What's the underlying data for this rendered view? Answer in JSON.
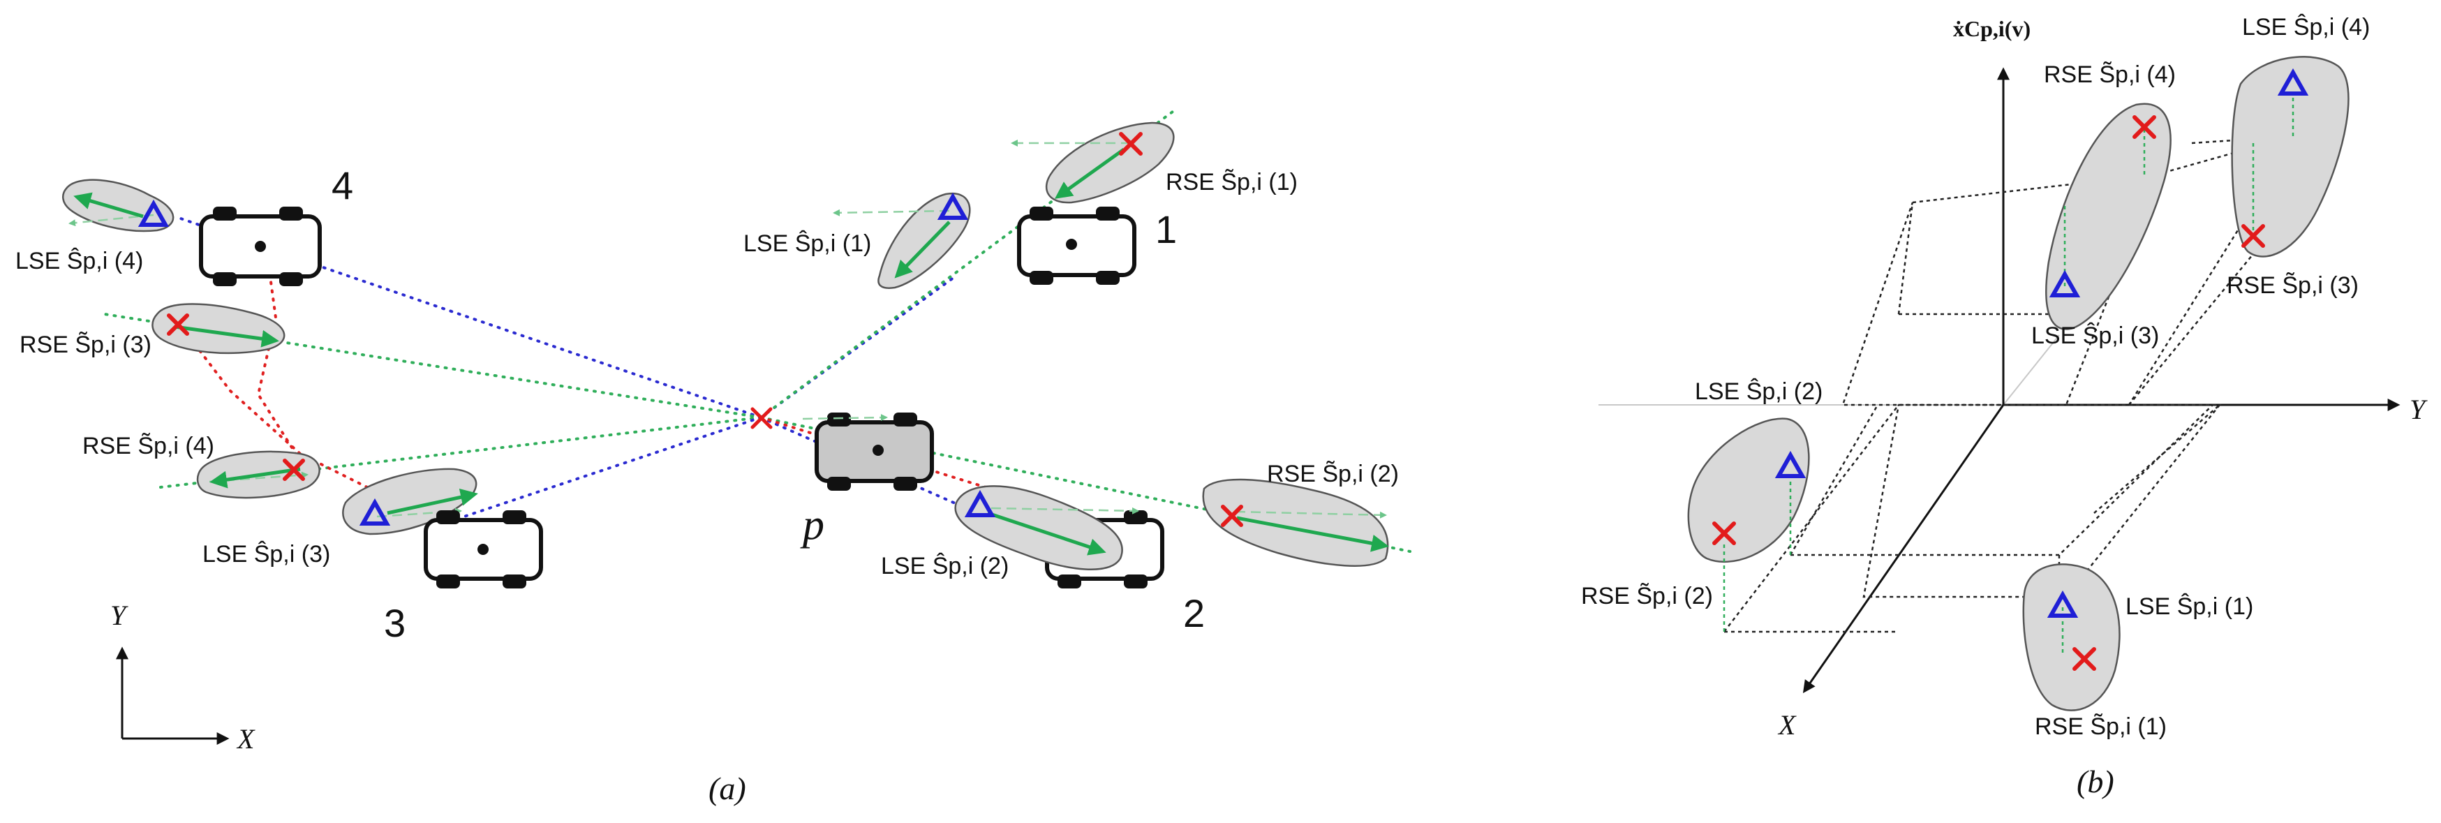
{
  "panel_a": {
    "caption": "(a)",
    "robot_labels": [
      "4",
      "1",
      "3",
      "2"
    ],
    "center_label": "p",
    "axis_x": "X",
    "axis_y": "Y",
    "labels": {
      "lse4": "LSE Ŝp,i (4)",
      "rse3": "RSE S̃p,i (3)",
      "rse4": "RSE S̃p,i (4)",
      "lse3": "LSE Ŝp,i (3)",
      "lse1": "LSE Ŝp,i (1)",
      "rse1": "RSE S̃p,i (1)",
      "rse2": "RSE S̃p,i (2)",
      "lse2": "LSE Ŝp,i (2)"
    }
  },
  "panel_b": {
    "caption": "(b)",
    "axis_vertical": "ẋCp,i(v)",
    "axis_y": "Y",
    "axis_x": "X",
    "labels": {
      "rse4": "RSE S̃p,i (4)",
      "lse4": "LSE Ŝp,i (4)",
      "rse3": "RSE S̃p,i (3)",
      "lse3": "LSE Ŝp,i (3)",
      "lse2": "LSE Ŝp,i (2)",
      "rse2": "RSE S̃p,i (2)",
      "lse1": "LSE Ŝp,i (1)",
      "rse1": "RSE S̃p,i (1)"
    }
  },
  "colors": {
    "lse_marker": "#1f1fd6",
    "rse_marker": "#e21b1b",
    "velocity_arrow": "#1fa84f",
    "ellipse_fill": "#d9d9d9"
  }
}
